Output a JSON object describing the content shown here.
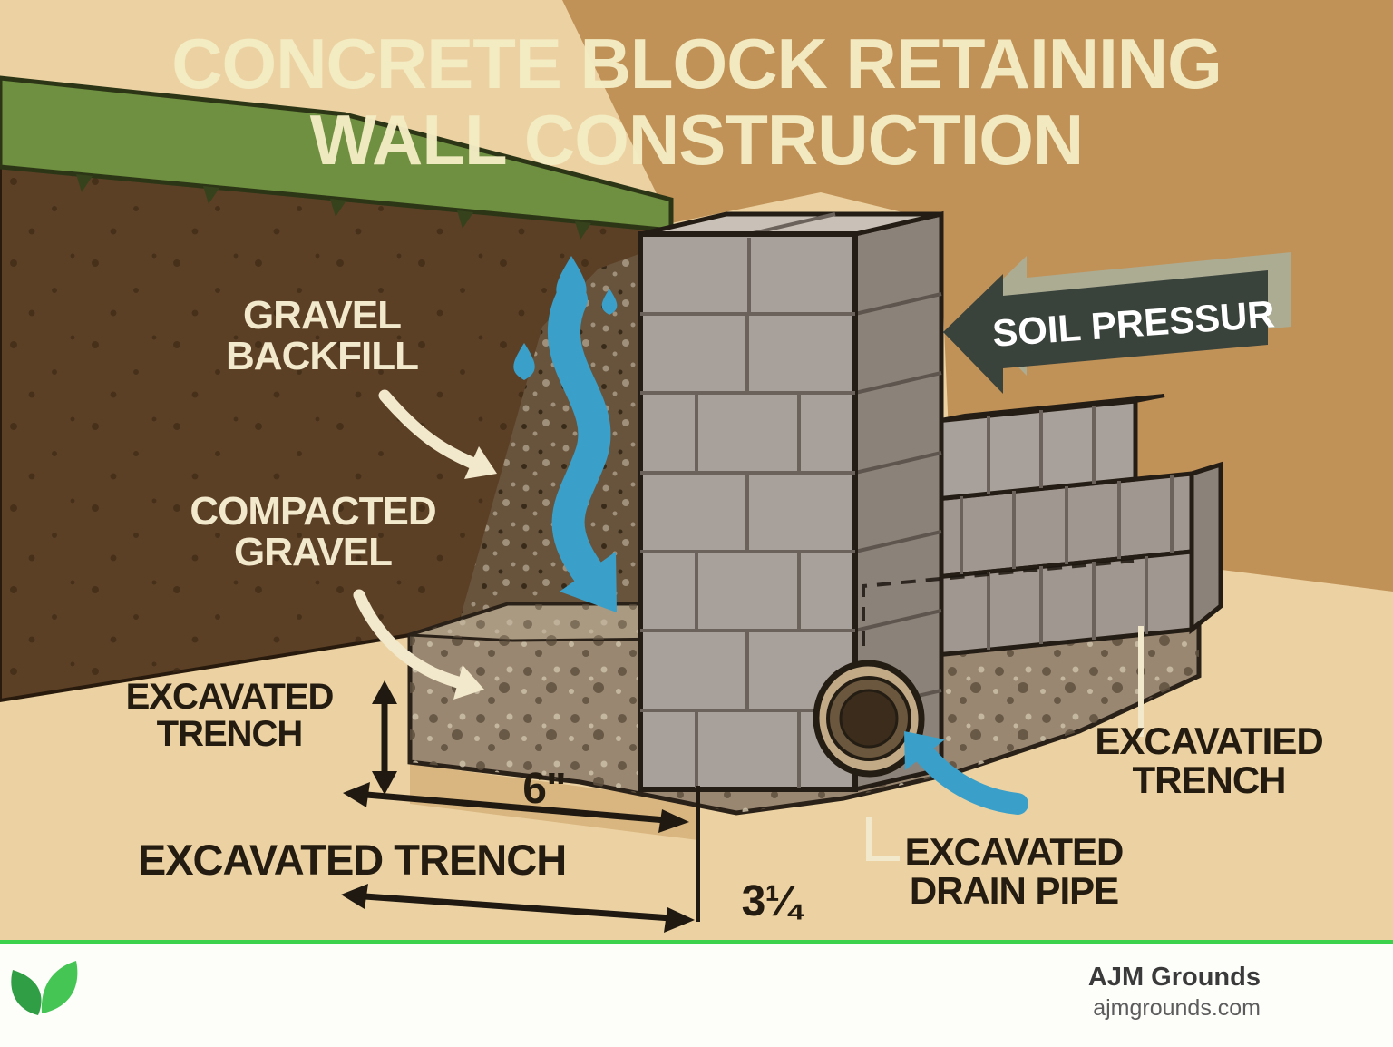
{
  "title": {
    "line1": "CONCRETE BLOCK RETAINING",
    "line2": "WALL CONSTRUCTION"
  },
  "callouts": {
    "gravel_backfill_line1": "GRAVEL",
    "gravel_backfill_line2": "BACKFILL",
    "compacted_gravel_line1": "COMPACTED",
    "compacted_gravel_line2": "GRAVEL",
    "trench_left_line1": "EXCAVATED",
    "trench_left_line2": "TRENCH",
    "trench_bottom": "EXCAVATED TRENCH",
    "trench_right_line1": "EXCAVATIED",
    "trench_right_line2": "TRENCH",
    "drain_pipe_line1": "EXCAVATED",
    "drain_pipe_line2": "DRAIN PIPE",
    "soil_pressure": "SOIL PRESSUR"
  },
  "dimensions": {
    "gravel_depth": "6\"",
    "base_width": "3¼"
  },
  "footer": {
    "brand": "AJM Grounds",
    "website": "ajmgrounds.com"
  },
  "icons": {
    "leaf_logo": "leaf-logo"
  },
  "colors": {
    "background_tan": "#ecd2a2",
    "ground_brown": "#c19257",
    "soil_dark": "#5c4026",
    "grass_green": "#6e9040",
    "block_gray": "#a8a09a",
    "gravel": "#998771",
    "water_blue": "#3aa0ca",
    "pressure_arrow": "#3a423c",
    "cream": "#f2e8cc",
    "label_dark": "#241c10",
    "footer_line_green": "#3dd24b",
    "leaf_green": "#45c654"
  }
}
